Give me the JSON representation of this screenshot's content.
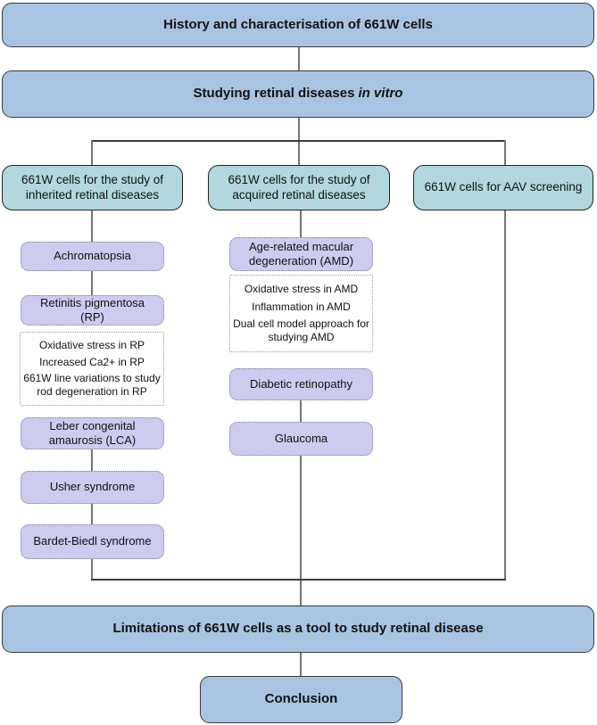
{
  "diagram": {
    "colors": {
      "blue_box": "#a8c4e2",
      "teal_box": "#b2d8dd",
      "lavender_box": "#cdccee",
      "detail_box_bg": "#ffffff",
      "vertical_line": "#757575",
      "horizontal_line": "#3d3d3d",
      "box_border_dark": "#3c3c3c",
      "lavender_border": "#7f7f96"
    },
    "nodes": {
      "history": {
        "label": "History and characterisation of 661W cells"
      },
      "studying": {
        "label_prefix": "Studying retinal diseases",
        "label_italic": "in vitro"
      },
      "inherited": {
        "label": "661W cells for the study of inherited retinal diseases"
      },
      "acquired": {
        "label": "661W cells for the study of acquired retinal diseases"
      },
      "aav": {
        "label": "661W cells for AAV screening"
      },
      "achromatopsia": {
        "label": "Achromatopsia"
      },
      "retinitis": {
        "label": "Retinitis pigmentosa (RP)"
      },
      "rp_details": {
        "items": [
          "Oxidative stress in RP",
          "Increased Ca2+ in RP",
          "661W line variations to study rod degeneration in RP"
        ]
      },
      "lca": {
        "label": "Leber congenital amaurosis (LCA)"
      },
      "usher": {
        "label": "Usher syndrome"
      },
      "bardet": {
        "label": "Bardet-Biedl syndrome"
      },
      "amd": {
        "label": "Age-related macular degeneration (AMD)"
      },
      "amd_details": {
        "items": [
          "Oxidative stress in AMD",
          "Inflammation in AMD",
          "Dual cell model approach for studying AMD"
        ]
      },
      "diabetic": {
        "label": "Diabetic retinopathy"
      },
      "glaucoma": {
        "label": "Glaucoma"
      },
      "limitations": {
        "label": "Limitations of 661W cells as a tool to study retinal disease"
      },
      "conclusion": {
        "label": "Conclusion"
      }
    }
  }
}
